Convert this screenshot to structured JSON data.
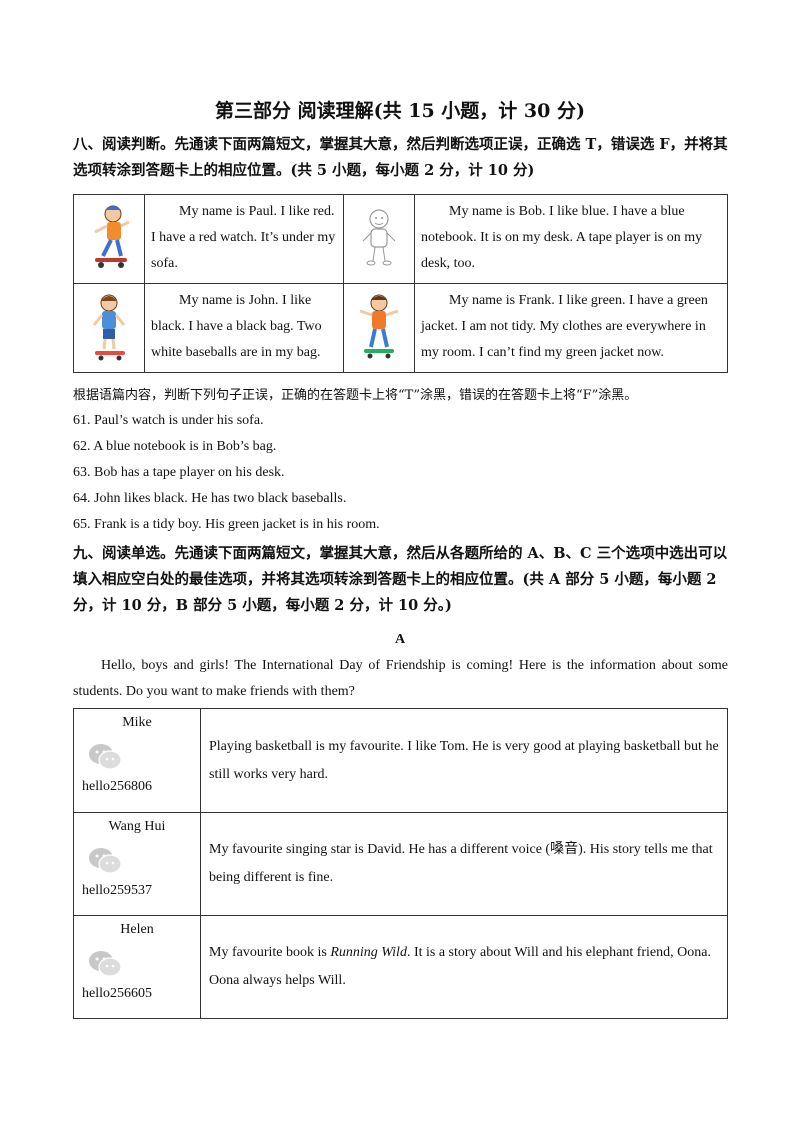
{
  "title": "第三部分 阅读理解(共 15 小题，计 30 分)",
  "section8": {
    "heading": "八、阅读判断。先通读下面两篇短文，掌握其大意，然后判断选项正误，正确选 T，错误选 F，并将其选项转涂到答题卡上的相应位置。(共 5 小题，每小题 2 分，计 10 分)",
    "cells": [
      {
        "text": "My name is Paul. I like red. I have a red watch. It’s under my sofa.",
        "icon": "skateboard-boy-icon"
      },
      {
        "text": "My name is Bob. I like blue. I have a blue notebook. It is on my desk. A tape player is on my desk, too.",
        "icon": "sketch-boy-icon"
      },
      {
        "text": "My name is John. I like black. I have a black bag. Two white baseballs are in my bag.",
        "icon": "skateboard-kid-icon"
      },
      {
        "text": "My name is Frank. I like green. I have a green jacket. I am not tidy. My clothes are everywhere in my room. I can’t find my green jacket now.",
        "icon": "skater-boy-icon"
      }
    ],
    "instruction": "根据语篇内容，判断下列句子正误，正确的在答题卡上将“T”涂黑，错误的在答题卡上将“F”涂黑。",
    "questions": [
      "61. Paul’s watch is under his sofa.",
      "62. A blue notebook is in Bob’s bag.",
      "63. Bob has a tape player on his desk.",
      "64. John likes black. He has two black baseballs.",
      "65. Frank is a tidy boy. His green jacket is in his room."
    ]
  },
  "section9": {
    "heading": "九、阅读单选。先通读下面两篇短文，掌握其大意，然后从各题所给的 A、B、C 三个选项中选出可以填入相应空白处的最佳选项，并将其选项转涂到答题卡上的相应位置。(共 A 部分 5 小题，每小题 2 分，计 10 分，B 部分 5 小题，每小题 2 分，计 10 分。)",
    "part_label": "A",
    "intro": "Hello, boys and girls! The International Day of Friendship is coming! Here is the information about some students. Do you want to make friends with them?",
    "rows": [
      {
        "name": "Mike",
        "id": "hello256806",
        "msg_before": "Playing basketball is my favourite. I like Tom. He is very good at playing basketball but he still works very hard.",
        "italic": "",
        "msg_after": ""
      },
      {
        "name": "Wang Hui",
        "id": "hello259537",
        "msg_before": "My favourite singing star is David. He has a different voice (嗓音). His story tells me that being different is fine.",
        "italic": "",
        "msg_after": ""
      },
      {
        "name": "Helen",
        "id": "hello256605",
        "msg_before": "My favourite book is ",
        "italic": "Running Wild",
        "msg_after": ". It is a story about Will and his elephant friend, Oona. Oona always helps Will."
      }
    ]
  }
}
